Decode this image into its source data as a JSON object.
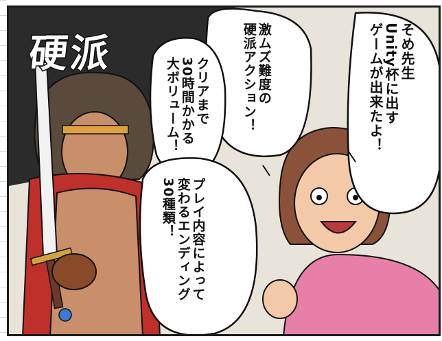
{
  "title_stamp": "硬派",
  "bubbles": {
    "announce": "そめ先生\nUnity杯に出す\nゲームが出来たよ！",
    "difficulty": "激ムズ難度の\n硬派アクション！",
    "volume": "クリアまで\n30時間かかる\n大ボリューム！",
    "endings": "プレイ内容によって\n変わるエンディング\n30種類！"
  },
  "colors": {
    "panel_bg": "#e8e4da",
    "dark_corner": "#2b2b2b",
    "girl_sweater": "#e87fa8",
    "girl_hair": "#8a5238",
    "warrior_cape": "#c0302a",
    "warrior_skin": "#c98e6a"
  }
}
